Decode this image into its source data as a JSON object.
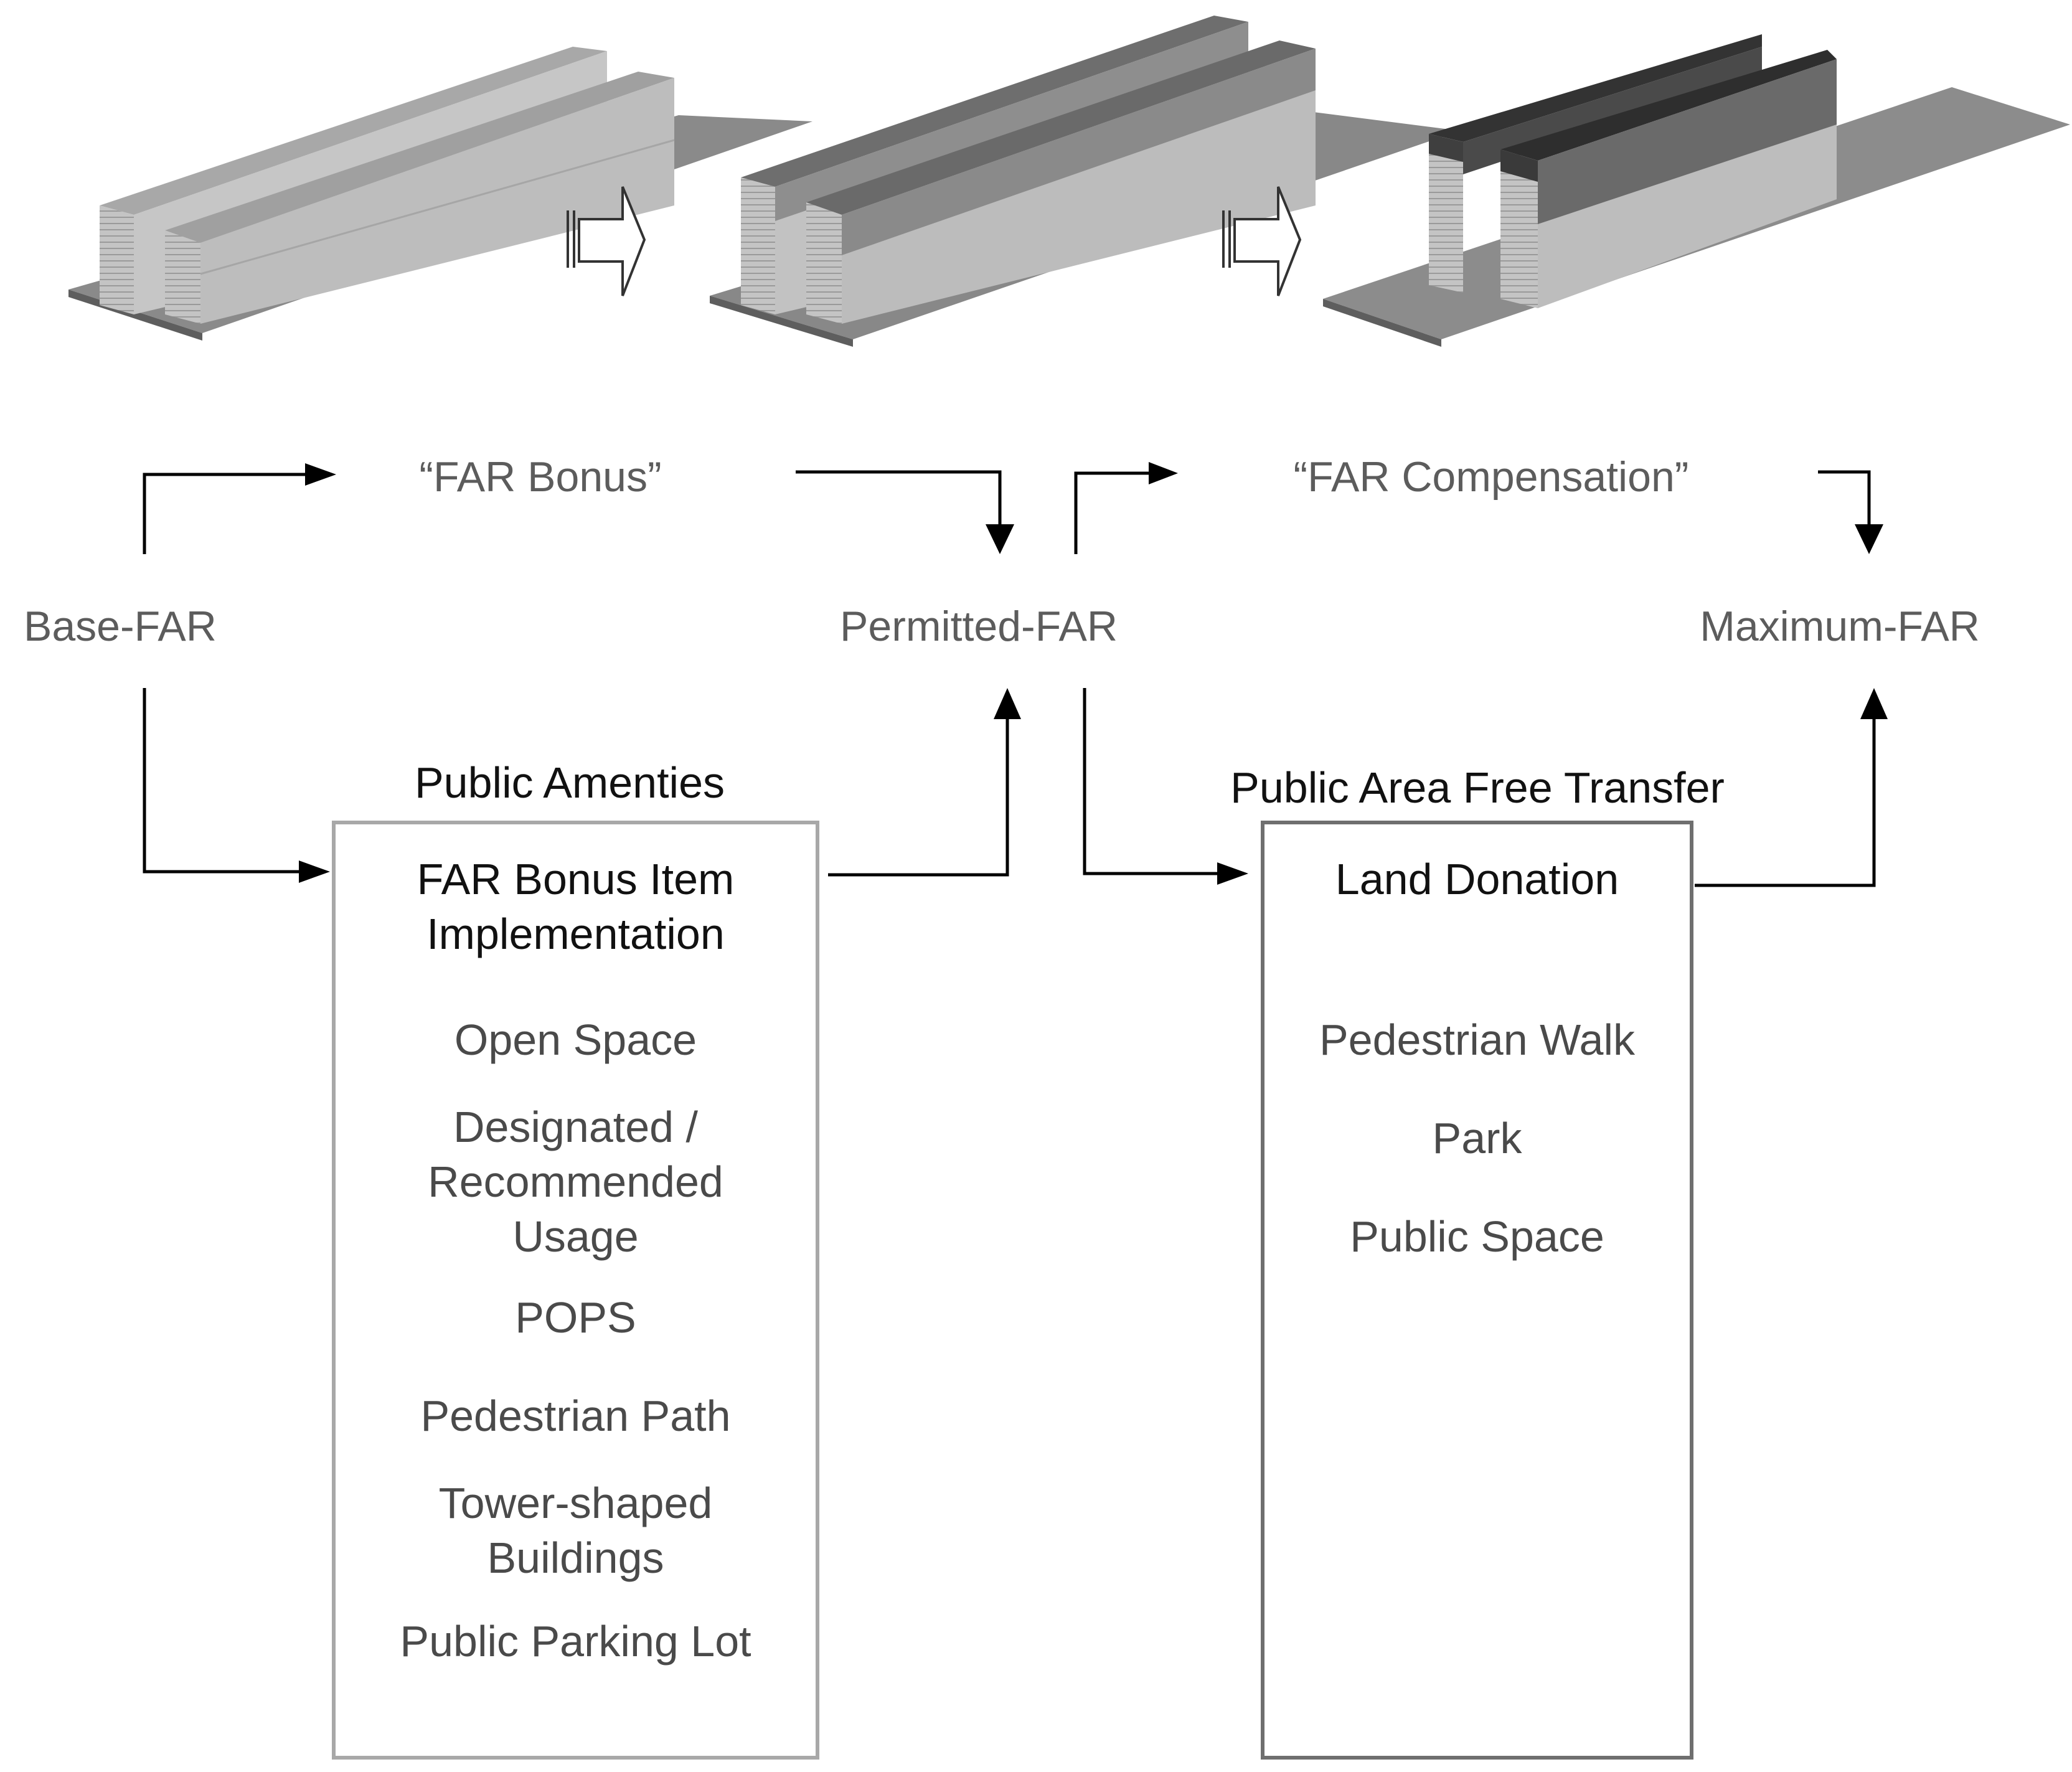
{
  "flow": {
    "bonus_label": "“FAR Bonus”",
    "compensation_label": "“FAR Compensation”",
    "base": "Base-FAR",
    "permitted": "Permitted-FAR",
    "maximum": "Maximum-FAR"
  },
  "left_panel": {
    "title": "Public Amenties",
    "header": "FAR Bonus Item\nImplementation",
    "items": [
      "Open Space",
      "Designated /\nRecommended\nUsage",
      "POPS",
      "Pedestrian Path",
      "Tower-shaped\nBuildings",
      "Public Parking Lot"
    ]
  },
  "right_panel": {
    "title": "Public Area Free Transfer",
    "header": "Land Donation",
    "items": [
      "Pedestrian Walk",
      "Park",
      "Public Space"
    ]
  },
  "colors": {
    "left_box_border": "#a8a8a8",
    "right_box_border": "#6f6f6f",
    "arrow": "#000000",
    "label_gray": "#5c5c5c"
  }
}
